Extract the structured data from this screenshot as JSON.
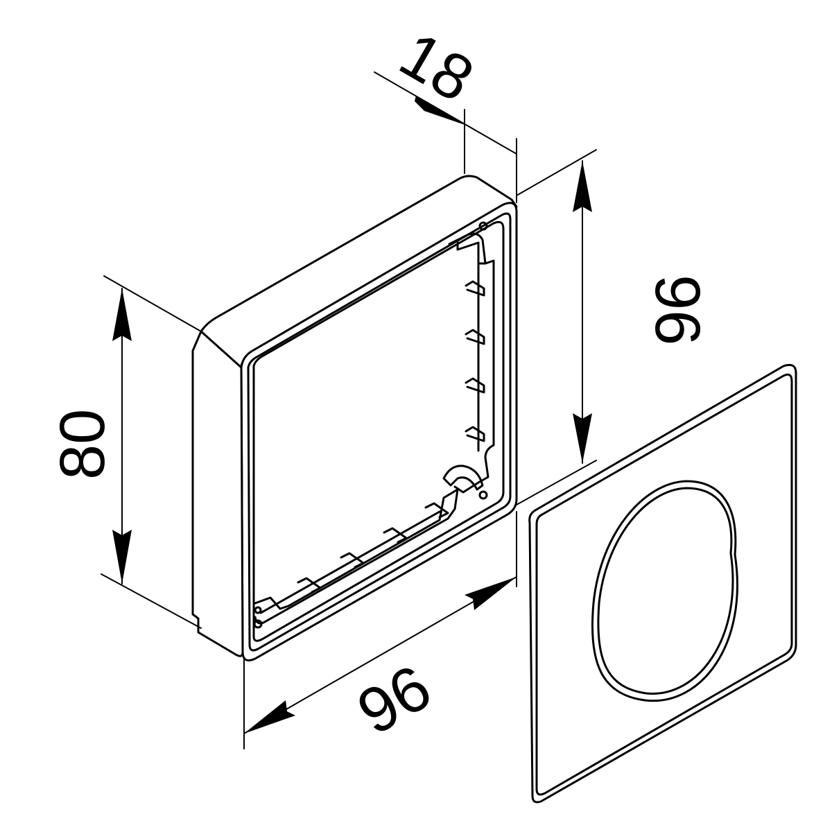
{
  "drawing": {
    "dimensions": {
      "depth": "18",
      "height_right": "96",
      "height_left": "80",
      "width_bottom": "96"
    },
    "colors": {
      "line": "#000000",
      "background": "#ffffff"
    }
  }
}
